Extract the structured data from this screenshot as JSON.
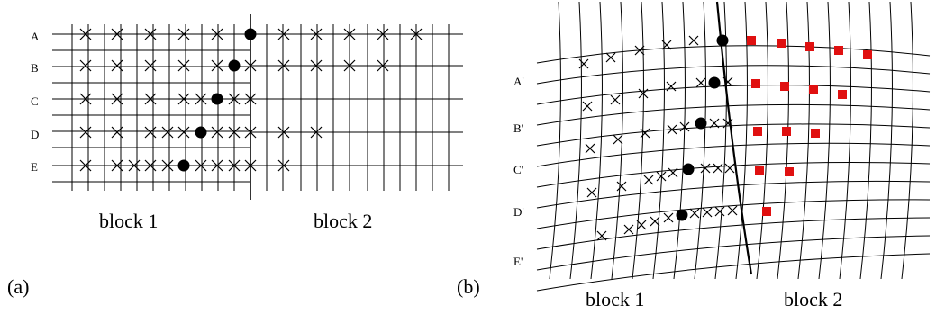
{
  "panel_a": {
    "label": "(a)",
    "row_labels": [
      "A",
      "B",
      "C",
      "D",
      "E"
    ],
    "block_labels": [
      "block 1",
      "block 2"
    ]
  },
  "panel_b": {
    "label": "(b)",
    "row_labels": [
      "A'",
      "B'",
      "C'",
      "D'",
      "E'"
    ],
    "block_labels": [
      "block 1",
      "block 2"
    ]
  },
  "colors": {
    "line": "#000000",
    "marker_cross": "#000000",
    "marker_dot": "#000000",
    "marker_square": "#e01010"
  }
}
